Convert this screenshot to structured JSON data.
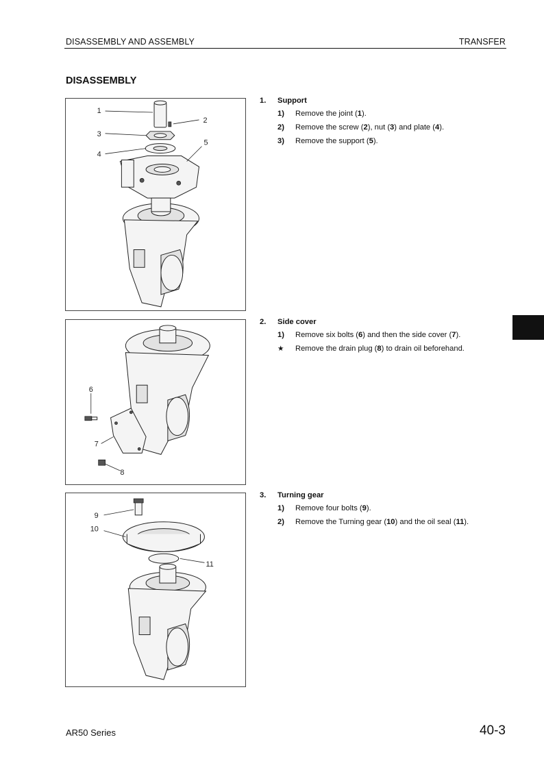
{
  "header": {
    "left": "DISASSEMBLY AND ASSEMBLY",
    "right": "TRANSFER"
  },
  "page_title": "DISASSEMBLY",
  "steps": [
    {
      "num": "1.",
      "title": "Support",
      "items": [
        {
          "marker": "1)",
          "parts": [
            "Remove the joint (",
            "1",
            ")."
          ]
        },
        {
          "marker": "2)",
          "parts": [
            "Remove the screw (",
            "2",
            "), nut (",
            "3",
            ") and plate (",
            "4",
            ")."
          ]
        },
        {
          "marker": "3)",
          "parts": [
            "Remove the support (",
            "5",
            ")."
          ]
        }
      ],
      "callouts": [
        "1",
        "2",
        "3",
        "4",
        "5"
      ]
    },
    {
      "num": "2.",
      "title": "Side cover",
      "items": [
        {
          "marker": "1)",
          "parts": [
            "Remove six bolts (",
            "6",
            ") and then the side cover (",
            "7",
            ")."
          ]
        },
        {
          "marker": "★",
          "parts": [
            "Remove the drain plug (",
            "8",
            ") to drain oil beforehand."
          ]
        }
      ],
      "callouts": [
        "6",
        "7",
        "8"
      ]
    },
    {
      "num": "3.",
      "title": "Turning gear",
      "items": [
        {
          "marker": "1)",
          "parts": [
            "Remove four bolts (",
            "9",
            ")."
          ]
        },
        {
          "marker": "2)",
          "parts": [
            "Remove the Turning gear (",
            "10",
            ") and the oil seal (",
            "11",
            ")."
          ]
        }
      ],
      "callouts": [
        "9",
        "10",
        "11"
      ]
    }
  ],
  "footer": {
    "left": "AR50 Series",
    "right": "40-3"
  }
}
